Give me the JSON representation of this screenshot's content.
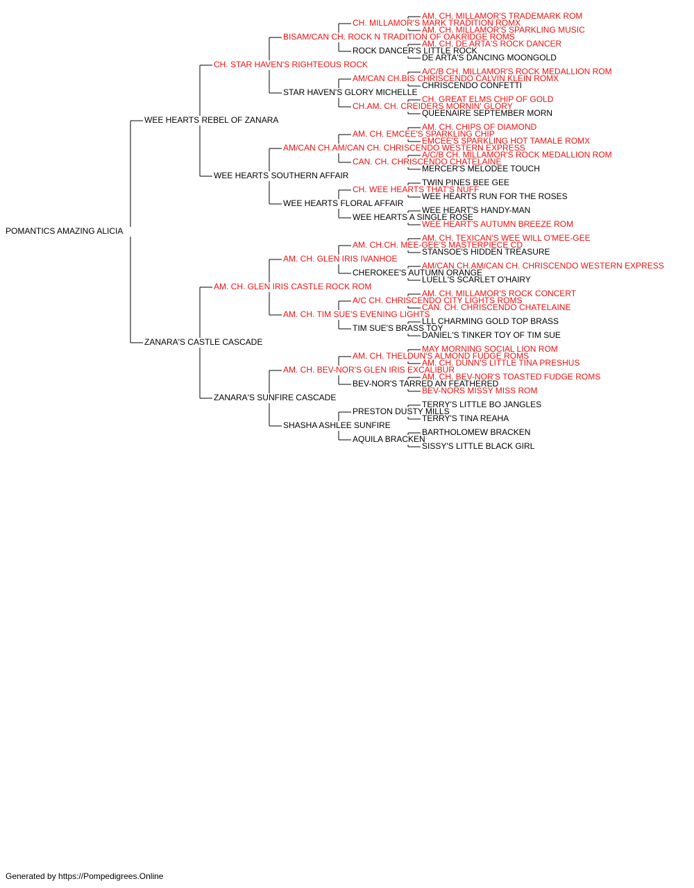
{
  "pedigree": {
    "name": "POMANTICS AMAZING ALICIA",
    "highlight": false,
    "sire": {
      "name": "WEE HEARTS REBEL OF ZANARA",
      "highlight": false,
      "sire": {
        "name": "CH. STAR HAVEN'S RIGHTEOUS ROCK",
        "highlight": true,
        "sire": {
          "name": "BISAM/CAN CH. ROCK N TRADITION OF OAKRIDGE ROMS",
          "highlight": true,
          "sire": {
            "name": "CH. MILLAMOR'S MARK TRADITION ROMX",
            "highlight": true,
            "sire": {
              "name": "AM. CH. MILLAMOR'S TRADEMARK ROM",
              "highlight": true
            },
            "dam": {
              "name": "AM. CH. MILLAMOR'S SPARKLING MUSIC",
              "highlight": true
            }
          },
          "dam": {
            "name": "ROCK DANCER'S LITTLE ROCK",
            "highlight": false,
            "sire": {
              "name": "AM. CH. DE ARTA'S ROCK DANCER",
              "highlight": true
            },
            "dam": {
              "name": "DE ARTA'S DANCING MOONGOLD",
              "highlight": false
            }
          }
        },
        "dam": {
          "name": "STAR HAVEN'S GLORY MICHELLE",
          "highlight": false,
          "sire": {
            "name": "AM/CAN CH.BIS CHRISCENDO CALVIN KLEIN ROMX",
            "highlight": true,
            "sire": {
              "name": "A/C/B CH. MILLAMOR'S ROCK MEDALLION ROM",
              "highlight": true
            },
            "dam": {
              "name": "CHRISCENDO CONFETTI",
              "highlight": false
            }
          },
          "dam": {
            "name": "CH.AM. CH. CREIDERS MORNIN' GLORY",
            "highlight": true,
            "sire": {
              "name": "CH. GREAT ELMS CHIP OF GOLD",
              "highlight": true
            },
            "dam": {
              "name": "QUEENAIRE SEPTEMBER MORN",
              "highlight": false
            }
          }
        }
      },
      "dam": {
        "name": "WEE HEARTS SOUTHERN AFFAIR",
        "highlight": false,
        "sire": {
          "name": "AM/CAN CH.AM/CAN CH. CHRISCENDO WESTERN EXPRESS",
          "highlight": true,
          "sire": {
            "name": "AM. CH. EMCEE'S SPARKLING CHIP",
            "highlight": true,
            "sire": {
              "name": "AM. CH. CHIPS OF DIAMOND",
              "highlight": true
            },
            "dam": {
              "name": "EMCEE'S SPARKLING HOT TAMALE ROMX",
              "highlight": true
            }
          },
          "dam": {
            "name": "CAN. CH. CHRISCENDO CHATELAINE",
            "highlight": true,
            "sire": {
              "name": "A/C/B CH. MILLAMOR'S ROCK MEDALLION ROM",
              "highlight": true
            },
            "dam": {
              "name": "MERCER'S MELODEE TOUCH",
              "highlight": false
            }
          }
        },
        "dam": {
          "name": "WEE HEARTS FLORAL AFFAIR",
          "highlight": false,
          "sire": {
            "name": "CH. WEE HEARTS THAT'S NUFF",
            "highlight": true,
            "sire": {
              "name": "TWIN PINES BEE GEE",
              "highlight": false
            },
            "dam": {
              "name": "WEE HEARTS RUN FOR THE ROSES",
              "highlight": false
            }
          },
          "dam": {
            "name": "WEE HEARTS A SINGLE ROSE",
            "highlight": false,
            "sire": {
              "name": "WEE HEART'S HANDY-MAN",
              "highlight": false
            },
            "dam": {
              "name": "WEE HEART'S AUTUMN BREEZE ROM",
              "highlight": true
            }
          }
        }
      }
    },
    "dam": {
      "name": "ZANARA'S CASTLE CASCADE",
      "highlight": false,
      "sire": {
        "name": "AM. CH. GLEN IRIS CASTLE ROCK ROM",
        "highlight": true,
        "sire": {
          "name": "AM. CH. GLEN IRIS IVANHOE",
          "highlight": true,
          "sire": {
            "name": "AM. CH.CH. MEE-GEE'S MASTERPIECE CD",
            "highlight": true,
            "sire": {
              "name": "AM. CH. TEXICAN'S WEE WILL O'MEE-GEE",
              "highlight": true
            },
            "dam": {
              "name": "STANSOE'S HIDDEN TREASURE",
              "highlight": false
            }
          },
          "dam": {
            "name": "CHEROKEE'S AUTUMN ORANGE",
            "highlight": false,
            "sire": {
              "name": "AM/CAN CH.AM/CAN CH. CHRISCENDO WESTERN EXPRESS",
              "highlight": true
            },
            "dam": {
              "name": "LUELL'S SCARLET O'HAIRY",
              "highlight": false
            }
          }
        },
        "dam": {
          "name": "AM. CH. TIM SUE'S EVENING LIGHTS",
          "highlight": true,
          "sire": {
            "name": "A/C CH. CHRISCENDO CITY LIGHTS ROMS",
            "highlight": true,
            "sire": {
              "name": "AM. CH. MILLAMOR'S ROCK CONCERT",
              "highlight": true
            },
            "dam": {
              "name": "CAN. CH. CHRISCENDO CHATELAINE",
              "highlight": true
            }
          },
          "dam": {
            "name": "TIM SUE'S BRASS TOY",
            "highlight": false,
            "sire": {
              "name": "LLL CHARMING GOLD TOP BRASS",
              "highlight": false
            },
            "dam": {
              "name": "DANIEL'S TINKER TOY OF TIM SUE",
              "highlight": false
            }
          }
        }
      },
      "dam": {
        "name": "ZANARA'S SUNFIRE CASCADE",
        "highlight": false,
        "sire": {
          "name": "AM. CH. BEV-NOR'S GLEN IRIS EXCALIBUR",
          "highlight": true,
          "sire": {
            "name": "AM. CH. THELDUN'S ALMOND FUDGE ROMS",
            "highlight": true,
            "sire": {
              "name": "MAY MORNING SOCIAL LION ROM",
              "highlight": true
            },
            "dam": {
              "name": "AM. CH. DUNN'S LITTLE TINA PRESHUS",
              "highlight": true
            }
          },
          "dam": {
            "name": "BEV-NOR'S TARRED AN FEATHERED",
            "highlight": false,
            "sire": {
              "name": "AM. CH. BEV-NOR'S TOASTED FUDGE ROMS",
              "highlight": true
            },
            "dam": {
              "name": "BEV-NORS MISSY MISS ROM",
              "highlight": true
            }
          }
        },
        "dam": {
          "name": "SHASHA ASHLEE SUNFIRE",
          "highlight": false,
          "sire": {
            "name": "PRESTON DUSTY MILLS",
            "highlight": false,
            "sire": {
              "name": "TERRY'S LITTLE BO JANGLES",
              "highlight": false
            },
            "dam": {
              "name": "TERRY'S TINA REAHA",
              "highlight": false
            }
          },
          "dam": {
            "name": "AQUILA BRACKEN",
            "highlight": false,
            "sire": {
              "name": "BARTHOLOMEW BRACKEN",
              "highlight": false
            },
            "dam": {
              "name": "SISSY'S LITTLE BLACK GIRL",
              "highlight": false
            }
          }
        }
      }
    }
  },
  "colors": {
    "highlight": "#ee1111",
    "normal": "#000000",
    "line": "#000000"
  },
  "footer": "Generated by https://Pompedigrees.Online"
}
